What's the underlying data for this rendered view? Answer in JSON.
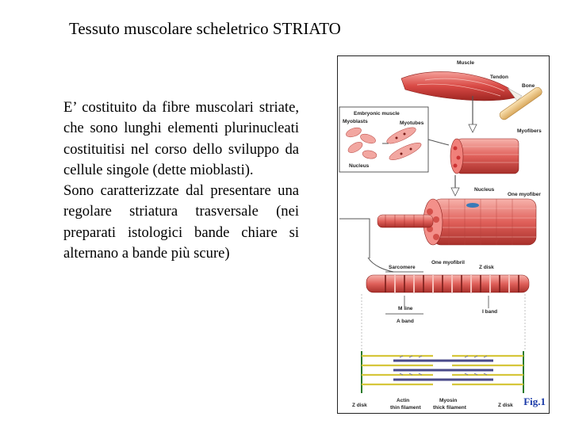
{
  "slide": {
    "title": "Tessuto muscolare scheletrico STRIATO",
    "paragraph1": "E’ costituito da fibre muscolari striate, che sono lunghi elementi plurinucleati costituitisi nel corso dello sviluppo da cellule singole (dette mioblasti).",
    "paragraph2": "Sono caratterizzate dal presentare una regolare striatura trasversale (nei preparati istologici bande chiare si alternano a bande più scure)"
  },
  "figure": {
    "caption": "Fig.1",
    "labels": {
      "muscle": "Muscle",
      "tendon": "Tendon",
      "bone": "Bone",
      "embryonic_muscle": "Embryonic muscle",
      "myoblasts": "Myoblasts",
      "myotubes": "Myotubes",
      "nucleus_small": "Nucleus",
      "myofibers": "Myofibers",
      "nucleus": "Nucleus",
      "one_myofiber": "One myofiber",
      "one_myofibril": "One myofibril",
      "sarcomere": "Sarcomere",
      "z_disk_top": "Z disk",
      "m_line": "M line",
      "a_band": "A band",
      "i_band": "I band",
      "z_disk_left": "Z disk",
      "actin": "Actin",
      "thin_filament": "thin filament",
      "myosin": "Myosin",
      "thick_filament": "thick filament",
      "z_disk_right": "Z disk"
    }
  }
}
